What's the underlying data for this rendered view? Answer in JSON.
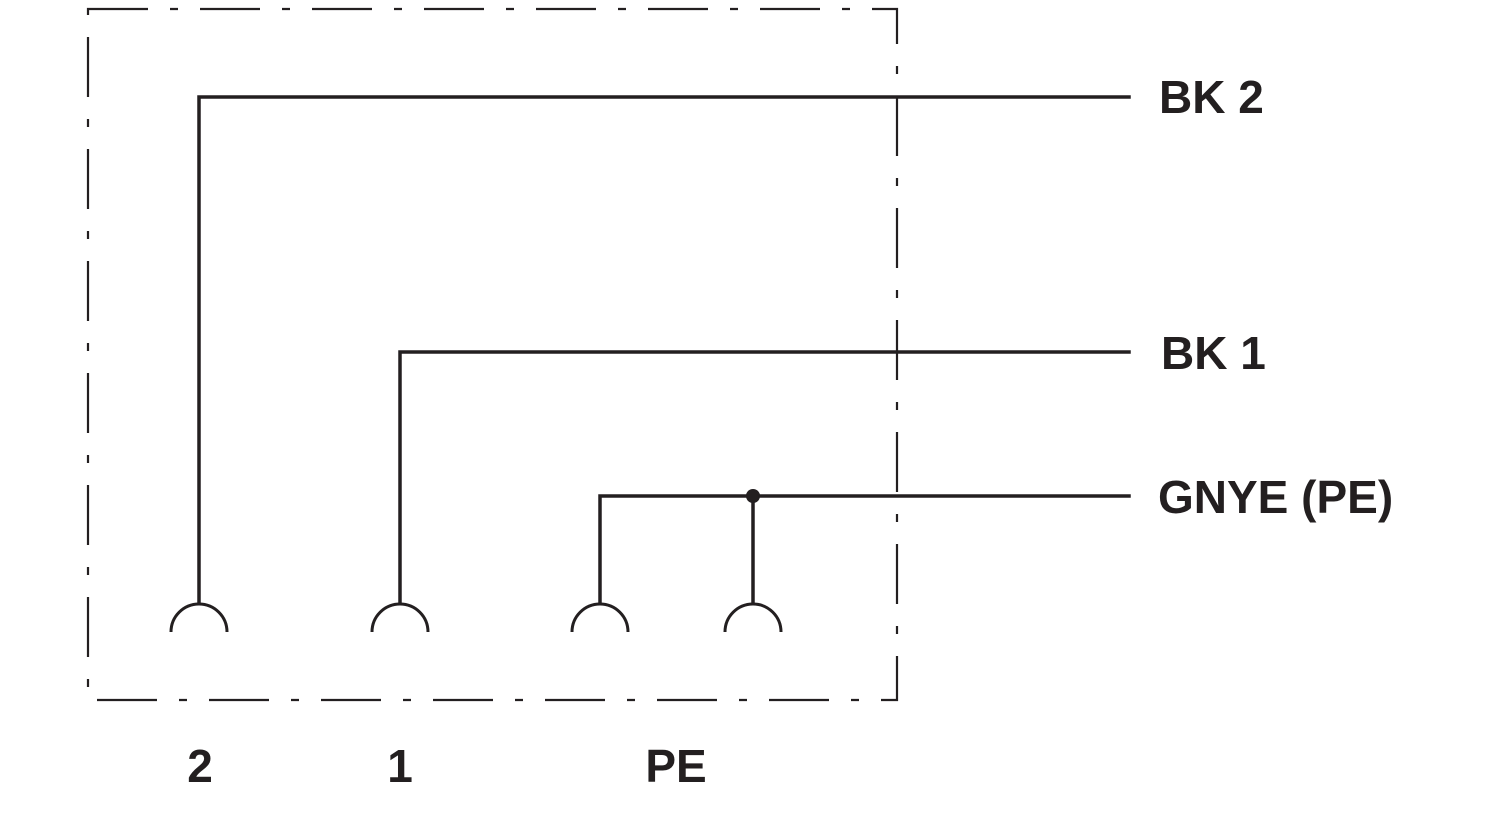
{
  "colors": {
    "line": "#231f20",
    "background": "#ffffff"
  },
  "wires": [
    {
      "id": "bk2",
      "label": "BK 2",
      "pin": "2"
    },
    {
      "id": "bk1",
      "label": "BK 1",
      "pin": "1"
    },
    {
      "id": "gnye",
      "label": "GNYE (PE)",
      "pin": "PE"
    }
  ],
  "pins": [
    {
      "id": "pin-2",
      "label": "2"
    },
    {
      "id": "pin-1",
      "label": "1"
    },
    {
      "id": "pin-pe",
      "label": "PE"
    }
  ]
}
